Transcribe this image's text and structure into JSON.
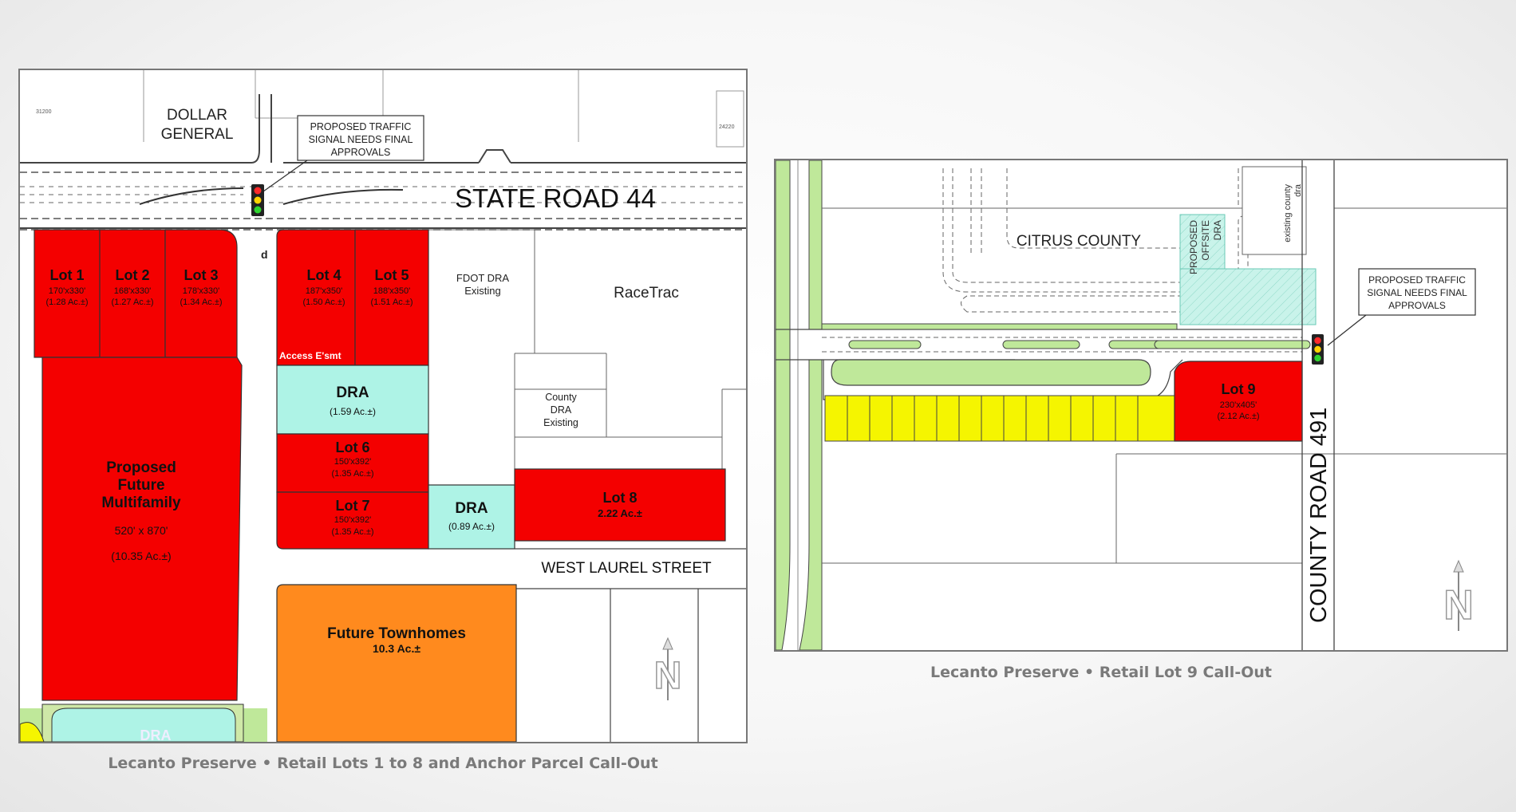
{
  "map1": {
    "parcel_31200": "31200",
    "parcel_24220": "24220",
    "dollar_general": [
      "DOLLAR",
      "GENERAL"
    ],
    "signal_note": [
      "PROPOSED TRAFFIC",
      "SIGNAL NEEDS FINAL",
      "APPROVALS"
    ],
    "road_label": "STATE ROAD 44",
    "side_road_letter": "d",
    "lot1": {
      "name": "Lot 1",
      "dims": "170'x330'",
      "area": "(1.28 Ac.±)"
    },
    "lot2": {
      "name": "Lot 2",
      "dims": "168'x330'",
      "area": "(1.27 Ac.±)"
    },
    "lot3": {
      "name": "Lot 3",
      "dims": "178'x330'",
      "area": "(1.34 Ac.±)"
    },
    "lot4": {
      "name": "Lot 4",
      "dims": "187'x350'",
      "area": "(1.50 Ac.±)"
    },
    "lot5": {
      "name": "Lot 5",
      "dims": "188'x350'",
      "area": "(1.51 Ac.±)"
    },
    "access": "Access E'smt",
    "dra1": {
      "name": "DRA",
      "area": "(1.59 Ac.±)"
    },
    "lot6": {
      "name": "Lot 6",
      "dims": "150'x392'",
      "area": "(1.35 Ac.±)"
    },
    "lot7": {
      "name": "Lot 7",
      "dims": "150'x392'",
      "area": "(1.35 Ac.±)"
    },
    "dra2": {
      "name": "DRA",
      "area": "(0.89 Ac.±)"
    },
    "lot8": {
      "name": "Lot 8",
      "area": "2.22 Ac.±"
    },
    "fdot": [
      "FDOT DRA",
      "Existing"
    ],
    "racetrac": "RaceTrac",
    "county_dra": [
      "County",
      "DRA",
      "Existing"
    ],
    "west_laurel": "WEST  LAUREL  STREET",
    "multifamily": {
      "lines": [
        "Proposed",
        "Future",
        "Multifamily"
      ],
      "dims": "520' x 870'",
      "area": "(10.35 Ac.±)"
    },
    "townhomes": {
      "name": "Future Townhomes",
      "area": "10.3 Ac.±"
    },
    "dra_bottom": "DRA",
    "north": "N"
  },
  "map2": {
    "citrus": "CITRUS COUNTY",
    "offsite": [
      "PROPOSED",
      "OFFSITE",
      "DRA"
    ],
    "existing_county": [
      "existing county",
      "dra"
    ],
    "signal_note": [
      "PROPOSED TRAFFIC",
      "SIGNAL NEEDS FINAL",
      "APPROVALS"
    ],
    "lot9": {
      "name": "Lot 9",
      "dims": "230'x405'",
      "area": "(2.12 Ac.±)"
    },
    "road_label": "COUNTY ROAD 491",
    "north": "N"
  },
  "captions": {
    "left": "Lecanto Preserve • Retail Lots 1 to 8 and Anchor Parcel Call-Out",
    "right": "Lecanto Preserve • Retail Lot 9 Call-Out"
  },
  "colors": {
    "lot_red": "#f40000",
    "dra_cyan": "#aef3e6",
    "townhome_orange": "#ff8a1e",
    "green_strip": "#bfe89a",
    "yellow_lots": "#f5f500"
  }
}
